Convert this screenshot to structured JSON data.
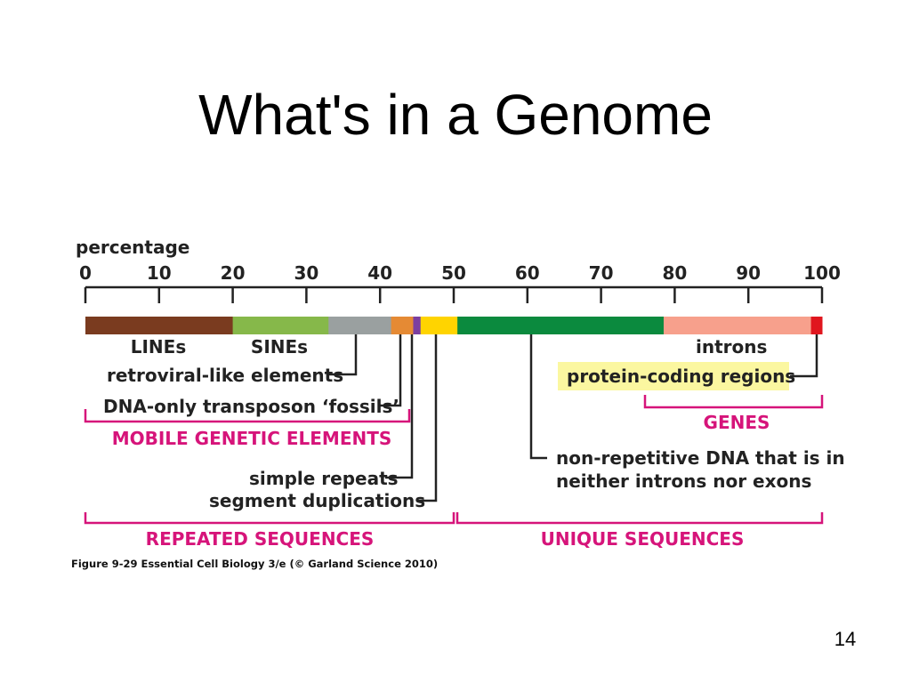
{
  "slide": {
    "title": "What's in a Genome",
    "number": "14"
  },
  "figure": {
    "axis_title": "percentage",
    "ticks": [
      "0",
      "10",
      "20",
      "30",
      "40",
      "50",
      "60",
      "70",
      "80",
      "90",
      "100"
    ],
    "segments": [
      {
        "name": "LINEs",
        "start": 0,
        "end": 20,
        "color": "#7a3b1f"
      },
      {
        "name": "SINEs",
        "start": 20,
        "end": 33,
        "color": "#86b84a"
      },
      {
        "name": "retroviral-like elements",
        "start": 33,
        "end": 41.5,
        "color": "#9aa0a0"
      },
      {
        "name": "DNA-only transposon ‘fossils’",
        "start": 41.5,
        "end": 44.5,
        "color": "#e58a34"
      },
      {
        "name": "simple repeats",
        "start": 44.5,
        "end": 45.5,
        "color": "#7b3fa0"
      },
      {
        "name": "segment duplications",
        "start": 45.5,
        "end": 50.5,
        "color": "#ffd400"
      },
      {
        "name": "non-repetitive DNA that is in neither introns nor exons",
        "start": 50.5,
        "end": 78.5,
        "color": "#0b8a3e"
      },
      {
        "name": "introns",
        "start": 78.5,
        "end": 98.5,
        "color": "#f7a08c"
      },
      {
        "name": "protein-coding regions",
        "start": 98.5,
        "end": 100,
        "color": "#e0161e"
      }
    ],
    "labels": {
      "lines": "LINEs",
      "sines": "SINEs",
      "retroviral": "retroviral-like elements",
      "dna_only": "DNA-only transposon ‘fossils’",
      "simple_repeats": "simple repeats",
      "segment_duplications": "segment duplications",
      "introns": "introns",
      "protein_coding": "protein-coding regions",
      "non_repetitive_line1": "non-repetitive DNA that is in",
      "non_repetitive_line2": "neither introns nor exons"
    },
    "groups": {
      "mobile": "MOBILE GENETIC ELEMENTS",
      "genes": "GENES",
      "repeated": "REPEATED SEQUENCES",
      "unique": "UNIQUE SEQUENCES"
    },
    "caption": "Figure 9-29  Essential Cell Biology 3/e (© Garland Science 2010)",
    "colors": {
      "ink": "#222222",
      "group_magenta": "#d6147a",
      "highlight": "#fbf7a0"
    }
  }
}
